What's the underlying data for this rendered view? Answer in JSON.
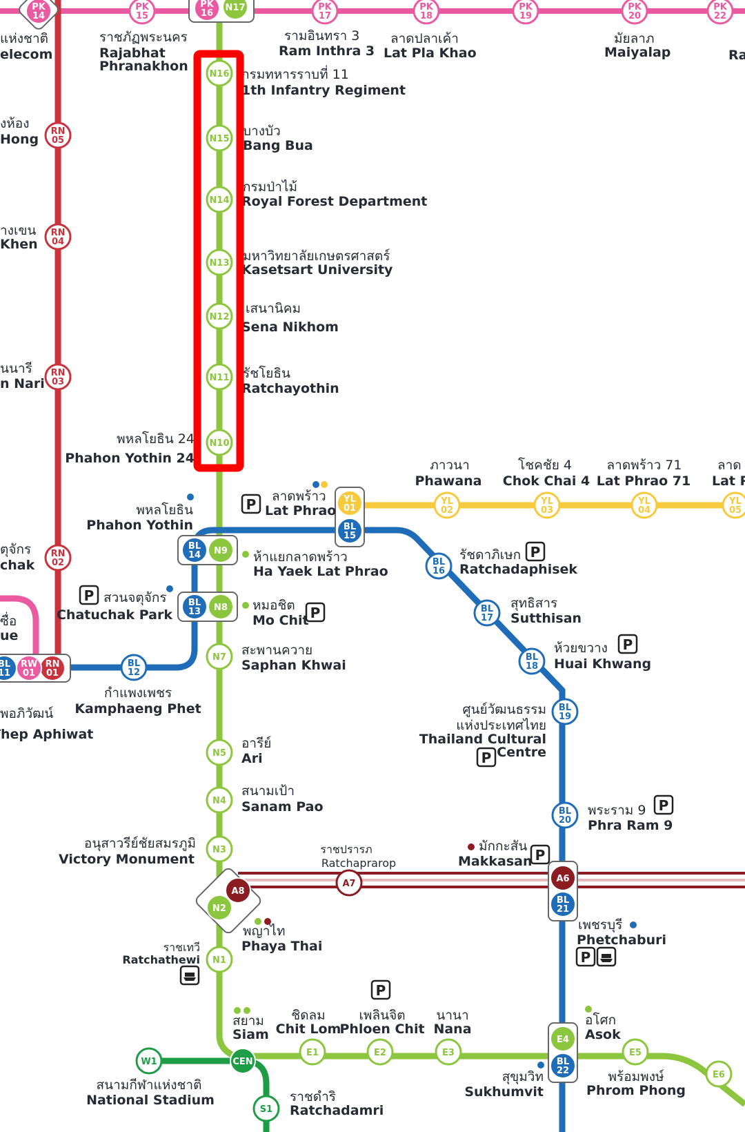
{
  "colors": {
    "sukhumvit_green": "#8cc63e",
    "silom_green": "#1e9c46",
    "pink": "#e95aa0",
    "red": "#c8323c",
    "yellow": "#f7c93c",
    "blue": "#1f6db8",
    "airport_maroon": "#8b1c22",
    "highlight": "#ff0000"
  },
  "stations": [
    {
      "id": "pk14",
      "code": "PK\n14",
      "line": "pink",
      "filled": true
    },
    {
      "id": "pk15",
      "code": "PK\n15",
      "line": "pink"
    },
    {
      "id": "pk16",
      "code": "PK\n16",
      "line": "pink",
      "filled": true
    },
    {
      "id": "n17",
      "code": "N17",
      "line": "sukhumvit_green",
      "filled": true
    },
    {
      "id": "pk17",
      "code": "PK\n17",
      "line": "pink"
    },
    {
      "id": "pk18",
      "code": "PK\n18",
      "line": "pink"
    },
    {
      "id": "pk19",
      "code": "PK\n19",
      "line": "pink"
    },
    {
      "id": "pk20",
      "code": "PK\n20",
      "line": "pink"
    },
    {
      "id": "pk22",
      "code": "PK\n22",
      "line": "pink"
    },
    {
      "id": "n16",
      "code": "N16",
      "line": "sukhumvit_green"
    },
    {
      "id": "n15",
      "code": "N15",
      "line": "sukhumvit_green"
    },
    {
      "id": "n14",
      "code": "N14",
      "line": "sukhumvit_green"
    },
    {
      "id": "n13",
      "code": "N13",
      "line": "sukhumvit_green"
    },
    {
      "id": "n12",
      "code": "N12",
      "line": "sukhumvit_green"
    },
    {
      "id": "n11",
      "code": "N11",
      "line": "sukhumvit_green"
    },
    {
      "id": "n10",
      "code": "N10",
      "line": "sukhumvit_green"
    },
    {
      "id": "n9",
      "code": "N9",
      "line": "sukhumvit_green",
      "filled": true
    },
    {
      "id": "n8",
      "code": "N8",
      "line": "sukhumvit_green",
      "filled": true
    },
    {
      "id": "n7",
      "code": "N7",
      "line": "sukhumvit_green"
    },
    {
      "id": "n5",
      "code": "N5",
      "line": "sukhumvit_green"
    },
    {
      "id": "n4",
      "code": "N4",
      "line": "sukhumvit_green"
    },
    {
      "id": "n3",
      "code": "N3",
      "line": "sukhumvit_green"
    },
    {
      "id": "n2",
      "code": "N2",
      "line": "sukhumvit_green",
      "filled": true
    },
    {
      "id": "n1",
      "code": "N1",
      "line": "sukhumvit_green"
    },
    {
      "id": "rn05",
      "code": "RN\n05",
      "line": "red"
    },
    {
      "id": "rn04",
      "code": "RN\n04",
      "line": "red"
    },
    {
      "id": "rn03",
      "code": "RN\n03",
      "line": "red"
    },
    {
      "id": "rn02",
      "code": "RN\n02",
      "line": "red"
    },
    {
      "id": "rn01",
      "code": "RN\n01",
      "line": "red",
      "filled": true
    },
    {
      "id": "rw01",
      "code": "RW\n01",
      "line": "pink",
      "filled": true
    },
    {
      "id": "bl11",
      "code": "BL\n11",
      "line": "blue",
      "filled": true
    },
    {
      "id": "bl12",
      "code": "BL\n12",
      "line": "blue"
    },
    {
      "id": "bl13",
      "code": "BL\n13",
      "line": "blue",
      "filled": true
    },
    {
      "id": "bl14",
      "code": "BL\n14",
      "line": "blue",
      "filled": true
    },
    {
      "id": "bl15",
      "code": "BL\n15",
      "line": "blue",
      "filled": true
    },
    {
      "id": "bl16",
      "code": "BL\n16",
      "line": "blue"
    },
    {
      "id": "bl17",
      "code": "BL\n17",
      "line": "blue"
    },
    {
      "id": "bl18",
      "code": "BL\n18",
      "line": "blue"
    },
    {
      "id": "bl19",
      "code": "BL\n19",
      "line": "blue"
    },
    {
      "id": "bl20",
      "code": "BL\n20",
      "line": "blue"
    },
    {
      "id": "bl21",
      "code": "BL\n21",
      "line": "blue",
      "filled": true
    },
    {
      "id": "bl22",
      "code": "BL\n22",
      "line": "blue",
      "filled": true
    },
    {
      "id": "yl01",
      "code": "YL\n01",
      "line": "yellow",
      "filled": true
    },
    {
      "id": "yl02",
      "code": "YL\n02",
      "line": "yellow"
    },
    {
      "id": "yl03",
      "code": "YL\n03",
      "line": "yellow"
    },
    {
      "id": "yl04",
      "code": "YL\n04",
      "line": "yellow"
    },
    {
      "id": "yl05",
      "code": "YL\n05",
      "line": "yellow"
    },
    {
      "id": "a8",
      "code": "A8",
      "line": "airport_maroon",
      "filled": true
    },
    {
      "id": "a7",
      "code": "A7",
      "line": "airport_maroon"
    },
    {
      "id": "a6",
      "code": "A6",
      "line": "airport_maroon",
      "filled": true
    },
    {
      "id": "cen",
      "code": "CEN",
      "line": "silom_green",
      "filled": true
    },
    {
      "id": "w1",
      "code": "W1",
      "line": "silom_green"
    },
    {
      "id": "s1",
      "code": "S1",
      "line": "silom_green"
    },
    {
      "id": "e1",
      "code": "E1",
      "line": "sukhumvit_green"
    },
    {
      "id": "e2",
      "code": "E2",
      "line": "sukhumvit_green"
    },
    {
      "id": "e3",
      "code": "E3",
      "line": "sukhumvit_green"
    },
    {
      "id": "e4",
      "code": "E4",
      "line": "sukhumvit_green",
      "filled": true
    },
    {
      "id": "e5",
      "code": "E5",
      "line": "sukhumvit_green"
    },
    {
      "id": "e6",
      "code": "E6",
      "line": "sukhumvit_green"
    }
  ],
  "labels": [
    {
      "id": "telecom_th",
      "text": "แห่งชาติ",
      "style": "th"
    },
    {
      "id": "telecom_en",
      "text": "elecom",
      "style": "en"
    },
    {
      "id": "rajabhat_th",
      "text": "ราชภัฏพระนคร",
      "style": "th"
    },
    {
      "id": "rajabhat_en1",
      "text": "Rajabhat",
      "style": "en"
    },
    {
      "id": "rajabhat_en2",
      "text": "Phranakhon",
      "style": "en"
    },
    {
      "id": "ramintra_th",
      "text": "รามอินทรา 3",
      "style": "th"
    },
    {
      "id": "ramintra_en",
      "text": "Ram Inthra 3",
      "style": "en"
    },
    {
      "id": "latplakhao_th",
      "text": "ลาดปลาเค้า",
      "style": "th"
    },
    {
      "id": "latplakhao_en",
      "text": "Lat Pla Khao",
      "style": "en"
    },
    {
      "id": "maiyalap_th",
      "text": "มัยลาภ",
      "style": "th"
    },
    {
      "id": "maiyalap_en",
      "text": "Maiyalap",
      "style": "en"
    },
    {
      "id": "ra_en",
      "text": "Ra",
      "style": "en"
    },
    {
      "id": "n16_th",
      "text": "กรมทหารราบที่ 11",
      "style": "th"
    },
    {
      "id": "n16_en",
      "text": "1th Infantry Regiment",
      "style": "en"
    },
    {
      "id": "n15_th",
      "text": "บางบัว",
      "style": "th"
    },
    {
      "id": "n15_en",
      "text": "Bang Bua",
      "style": "en"
    },
    {
      "id": "n14_th",
      "text": "กรมป่าไม้",
      "style": "th"
    },
    {
      "id": "n14_en",
      "text": "Royal Forest Department",
      "style": "en"
    },
    {
      "id": "n13_th",
      "text": "มหาวิทยาลัยเกษตรศาสตร์",
      "style": "th"
    },
    {
      "id": "n13_en",
      "text": "Kasetsart University",
      "style": "en"
    },
    {
      "id": "n12_th",
      "text": "เสนานิคม",
      "style": "th"
    },
    {
      "id": "n12_en",
      "text": "Sena Nikhom",
      "style": "en"
    },
    {
      "id": "n11_th",
      "text": "รัชโยธิน",
      "style": "th"
    },
    {
      "id": "n11_en",
      "text": "Ratchayothin",
      "style": "en"
    },
    {
      "id": "n10_th",
      "text": "พหลโยธิน 24",
      "style": "th"
    },
    {
      "id": "n10_en",
      "text": "Phahon Yothin 24",
      "style": "en"
    },
    {
      "id": "rn05_th",
      "text": "งห้อง",
      "style": "th"
    },
    {
      "id": "rn05_en",
      "text": "Hong",
      "style": "en"
    },
    {
      "id": "rn04_th",
      "text": "างเขน",
      "style": "th"
    },
    {
      "id": "rn04_en",
      "text": "Khen",
      "style": "en"
    },
    {
      "id": "rn03_th",
      "text": "นนารี",
      "style": "th"
    },
    {
      "id": "rn03_en",
      "text": "n Nari",
      "style": "en"
    },
    {
      "id": "rn02_th",
      "text": "ตุจักร",
      "style": "th"
    },
    {
      "id": "rn02_en",
      "text": "chak",
      "style": "en"
    },
    {
      "id": "phawana_th",
      "text": "ภาวนา",
      "style": "th"
    },
    {
      "id": "phawana_en",
      "text": "Phawana",
      "style": "en"
    },
    {
      "id": "chokchai_th",
      "text": "โชคชัย 4",
      "style": "th"
    },
    {
      "id": "chokchai_en",
      "text": "Chok Chai 4",
      "style": "en"
    },
    {
      "id": "latphrao71_th",
      "text": "ลาดพร้าว 71",
      "style": "th"
    },
    {
      "id": "latphrao71_en",
      "text": "Lat Phrao 71",
      "style": "en"
    },
    {
      "id": "latp_th",
      "text": "ลาด",
      "style": "th"
    },
    {
      "id": "latp_en",
      "text": "Lat P",
      "style": "en"
    },
    {
      "id": "latphrao_th",
      "text": "ลาดพร้าว",
      "style": "th"
    },
    {
      "id": "latphrao_en",
      "text": "Lat Phrao",
      "style": "en"
    },
    {
      "id": "phahonyothin_th",
      "text": "พหลโยธิน",
      "style": "th"
    },
    {
      "id": "phahonyothin_en",
      "text": "Phahon Yothin",
      "style": "en"
    },
    {
      "id": "hayaek_th",
      "text": "ห้าแยกลาดพร้าว",
      "style": "th"
    },
    {
      "id": "hayaek_en",
      "text": "Ha Yaek Lat Phrao",
      "style": "en"
    },
    {
      "id": "ratchada_th",
      "text": "รัชดาภิเษก",
      "style": "th"
    },
    {
      "id": "ratchada_en",
      "text": "Ratchadaphisek",
      "style": "en"
    },
    {
      "id": "chatuchak_th",
      "text": "สวนจตุจักร",
      "style": "th"
    },
    {
      "id": "chatuchak_en",
      "text": "Chatuchak Park",
      "style": "en"
    },
    {
      "id": "mochit_th",
      "text": "หมอชิต",
      "style": "th"
    },
    {
      "id": "mochit_en",
      "text": "Mo Chit",
      "style": "en"
    },
    {
      "id": "sutthisan_th",
      "text": "สุทธิสาร",
      "style": "th"
    },
    {
      "id": "sutthisan_en",
      "text": "Sutthisan",
      "style": "en"
    },
    {
      "id": "sue_th",
      "text": "ซื่อ",
      "style": "th"
    },
    {
      "id": "sue_en",
      "text": "ue",
      "style": "en"
    },
    {
      "id": "saphankhwai_th",
      "text": "สะพานควาย",
      "style": "th"
    },
    {
      "id": "saphankhwai_en",
      "text": "Saphan Khwai",
      "style": "en"
    },
    {
      "id": "huaikhwang_th",
      "text": "ห้วยขวาง",
      "style": "th"
    },
    {
      "id": "huaikhwang_en",
      "text": "Huai Khwang",
      "style": "en"
    },
    {
      "id": "kamphaeng_th",
      "text": "กำแพงเพชร",
      "style": "th"
    },
    {
      "id": "kamphaeng_en",
      "text": "Kamphaeng Phet",
      "style": "en"
    },
    {
      "id": "thepaphiwat_th",
      "text": "พอภิวัฒน์",
      "style": "th"
    },
    {
      "id": "thepaphiwat_en",
      "text": "Thep Aphiwat",
      "style": "en"
    },
    {
      "id": "tcc_th1",
      "text": "ศูนย์วัฒนธรรม",
      "style": "th"
    },
    {
      "id": "tcc_th2",
      "text": "แห่งประเทศไทย",
      "style": "th"
    },
    {
      "id": "tcc_en1",
      "text": "Thailand Cultural",
      "style": "en"
    },
    {
      "id": "tcc_en2",
      "text": "Centre",
      "style": "en"
    },
    {
      "id": "ari_th",
      "text": "อารีย์",
      "style": "th"
    },
    {
      "id": "ari_en",
      "text": "Ari",
      "style": "en"
    },
    {
      "id": "sanampao_th",
      "text": "สนามเป้า",
      "style": "th"
    },
    {
      "id": "sanampao_en",
      "text": "Sanam Pao",
      "style": "en"
    },
    {
      "id": "phraram9_th",
      "text": "พระราม 9",
      "style": "th"
    },
    {
      "id": "phraram9_en",
      "text": "Phra Ram 9",
      "style": "en"
    },
    {
      "id": "victory_th",
      "text": "อนุสาวรีย์ชัยสมรภูมิ",
      "style": "th"
    },
    {
      "id": "victory_en",
      "text": "Victory Monument",
      "style": "en"
    },
    {
      "id": "ratchaprarop_th",
      "text": "ราชปรารภ",
      "style": "th"
    },
    {
      "id": "ratchaprarop_en",
      "text": "Ratchaprarop",
      "style": "en"
    },
    {
      "id": "makkasan_th",
      "text": "มักกะสัน",
      "style": "th"
    },
    {
      "id": "makkasan_en",
      "text": "Makkasan",
      "style": "en"
    },
    {
      "id": "phayathai_th",
      "text": "พญาไท",
      "style": "th"
    },
    {
      "id": "phayathai_en",
      "text": "Phaya Thai",
      "style": "en"
    },
    {
      "id": "ratchathewi_th",
      "text": "ราชเทวี",
      "style": "th"
    },
    {
      "id": "ratchathewi_en",
      "text": "Ratchathewi",
      "style": "en"
    },
    {
      "id": "phetchaburi_th",
      "text": "เพชรบุรี",
      "style": "th"
    },
    {
      "id": "phetchaburi_en",
      "text": "Phetchaburi",
      "style": "en"
    },
    {
      "id": "siam_th",
      "text": "สยาม",
      "style": "th"
    },
    {
      "id": "siam_en",
      "text": "Siam",
      "style": "en"
    },
    {
      "id": "chitlom_th",
      "text": "ชิดลม",
      "style": "th"
    },
    {
      "id": "chitlom_en",
      "text": "Chit Lom",
      "style": "en"
    },
    {
      "id": "phloenchit_th",
      "text": "เพลินจิต",
      "style": "th"
    },
    {
      "id": "phloenchit_en",
      "text": "Phloen Chit",
      "style": "en"
    },
    {
      "id": "nana_th",
      "text": "นานา",
      "style": "th"
    },
    {
      "id": "nana_en",
      "text": "Nana",
      "style": "en"
    },
    {
      "id": "asok_th",
      "text": "อโศก",
      "style": "th"
    },
    {
      "id": "asok_en",
      "text": "Asok",
      "style": "en"
    },
    {
      "id": "sukhumvit_th",
      "text": "สุขุมวิท",
      "style": "th"
    },
    {
      "id": "sukhumvit_en",
      "text": "Sukhumvit",
      "style": "en"
    },
    {
      "id": "phromphong_th",
      "text": "พร้อมพงษ์",
      "style": "th"
    },
    {
      "id": "phromphong_en",
      "text": "Phrom Phong",
      "style": "en"
    },
    {
      "id": "national_th",
      "text": "สนามกีฬาแห่งชาติ",
      "style": "th"
    },
    {
      "id": "national_en",
      "text": "National Stadium",
      "style": "en"
    },
    {
      "id": "ratchadamri_th",
      "text": "ราชดำริ",
      "style": "th"
    },
    {
      "id": "ratchadamri_en",
      "text": "Ratchadamri",
      "style": "en"
    }
  ],
  "parking_symbol": "P"
}
